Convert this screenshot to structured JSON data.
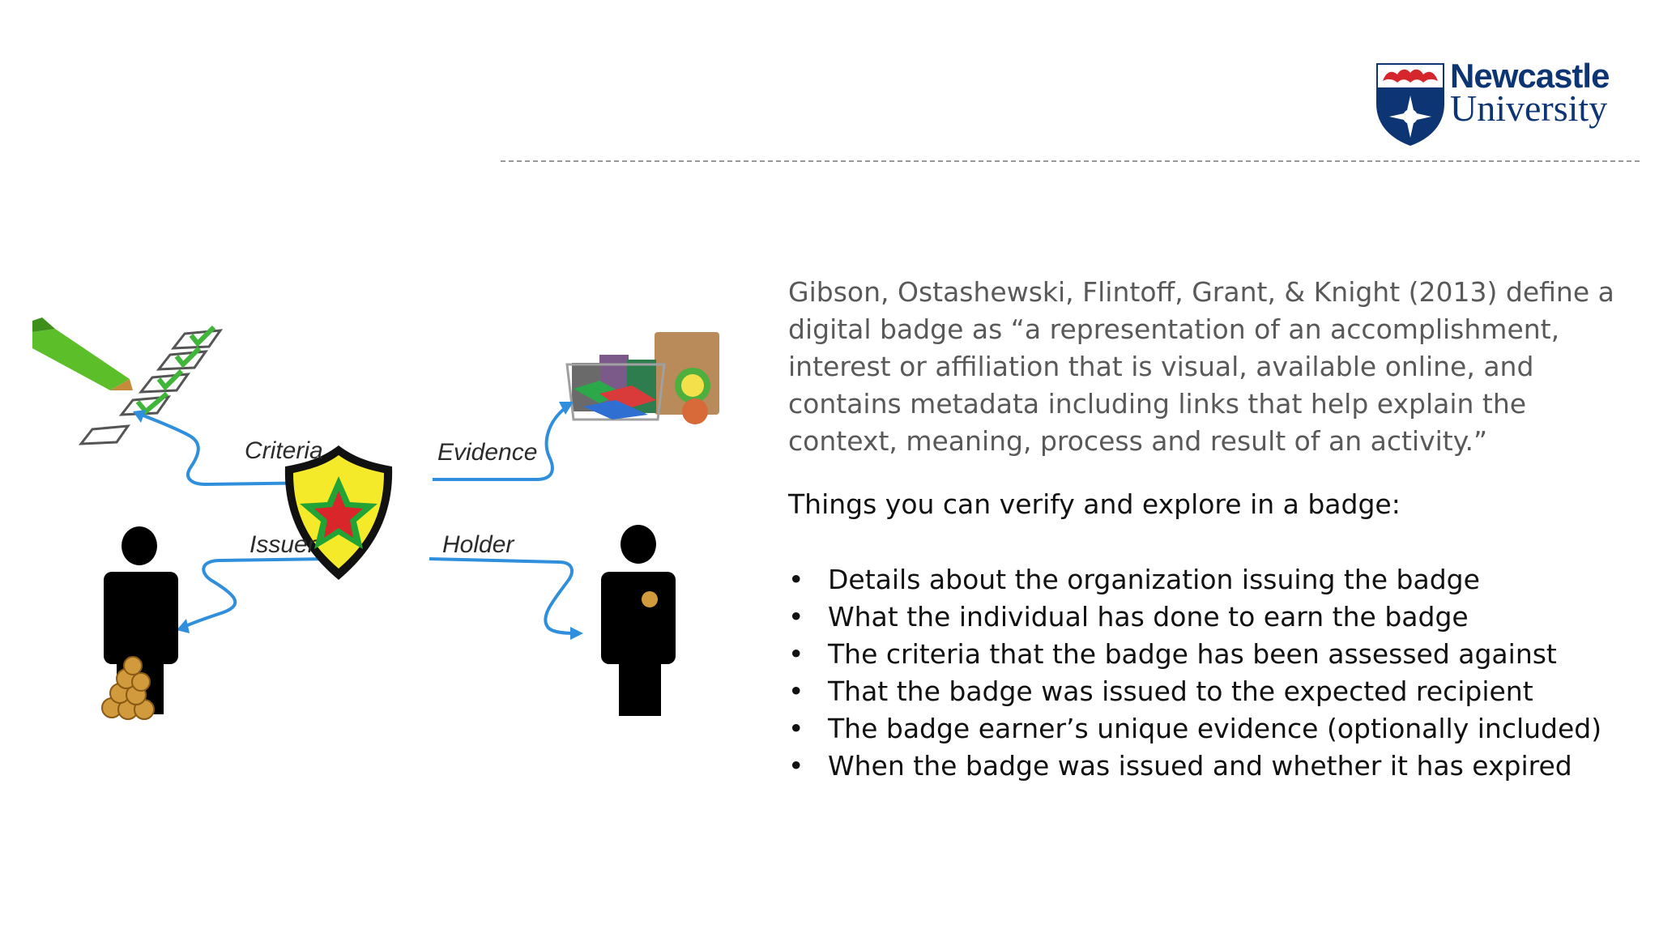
{
  "logo": {
    "line1": "Newcastle",
    "line2": "University",
    "brand_color": "#0d3573",
    "crest_red": "#d4262b"
  },
  "diagram": {
    "labels": {
      "criteria": "Criteria",
      "evidence": "Evidence",
      "issuer": "Issuer",
      "holder": "Holder"
    },
    "arrow_color": "#2f8fdc",
    "shield_fill": "#f5ea2a",
    "star_outer": "#21a336",
    "star_inner": "#d9262b"
  },
  "content": {
    "quote": "Gibson, Ostashewski, Flintoff, Grant, & Knight (2013) define a digital badge as “a representation of an accomplishment, interest or affiliation that is visual, available online, and contains metadata including links that help explain the context, meaning, process and result of an activity.”",
    "heading": "Things you can verify and explore in a badge:",
    "bullets": [
      "Details about the organization issuing the badge",
      "What the individual has done to earn the badge",
      "The criteria that the badge has been assessed against",
      "That the badge was issued to the expected recipient",
      "The badge earner’s unique evidence (optionally included)",
      "When the badge was issued and whether it has expired"
    ]
  }
}
